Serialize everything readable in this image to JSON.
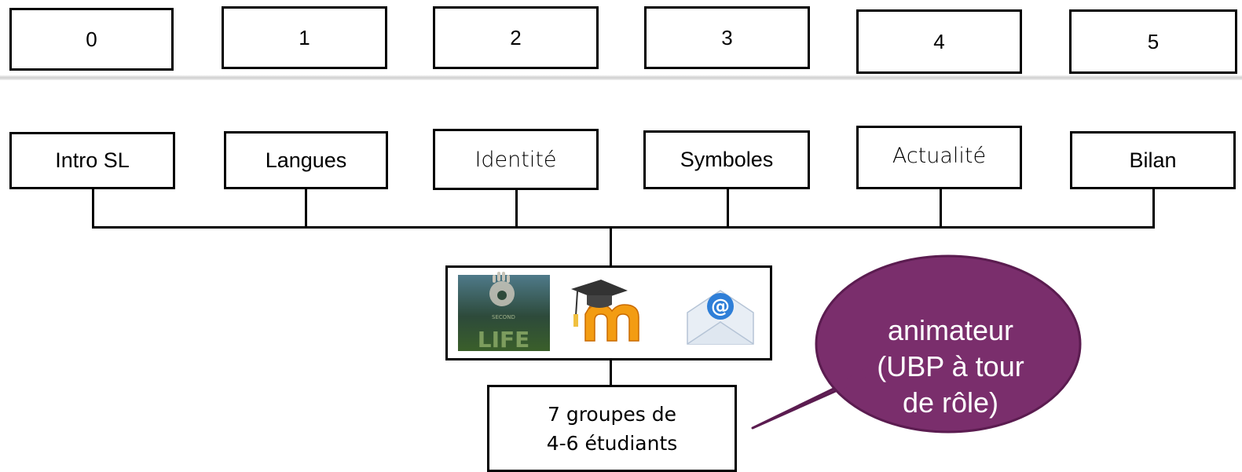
{
  "steps": [
    "0",
    "1",
    "2",
    "3",
    "4",
    "5"
  ],
  "topics": [
    "Intro SL",
    "Langues",
    "Identité",
    "Symboles",
    "Actualité",
    "Bilan"
  ],
  "tools": [
    "second-life-icon",
    "moodle-icon",
    "email-icon"
  ],
  "groups": {
    "line1": "7 groupes de",
    "line2": "4-6 étudiants"
  },
  "callout": {
    "line1": "animateur",
    "line2": "(UBP à tour",
    "line3": "de rôle)"
  },
  "colors": {
    "callout_fill": "#7a2e6c",
    "callout_border": "#5b1c50"
  }
}
